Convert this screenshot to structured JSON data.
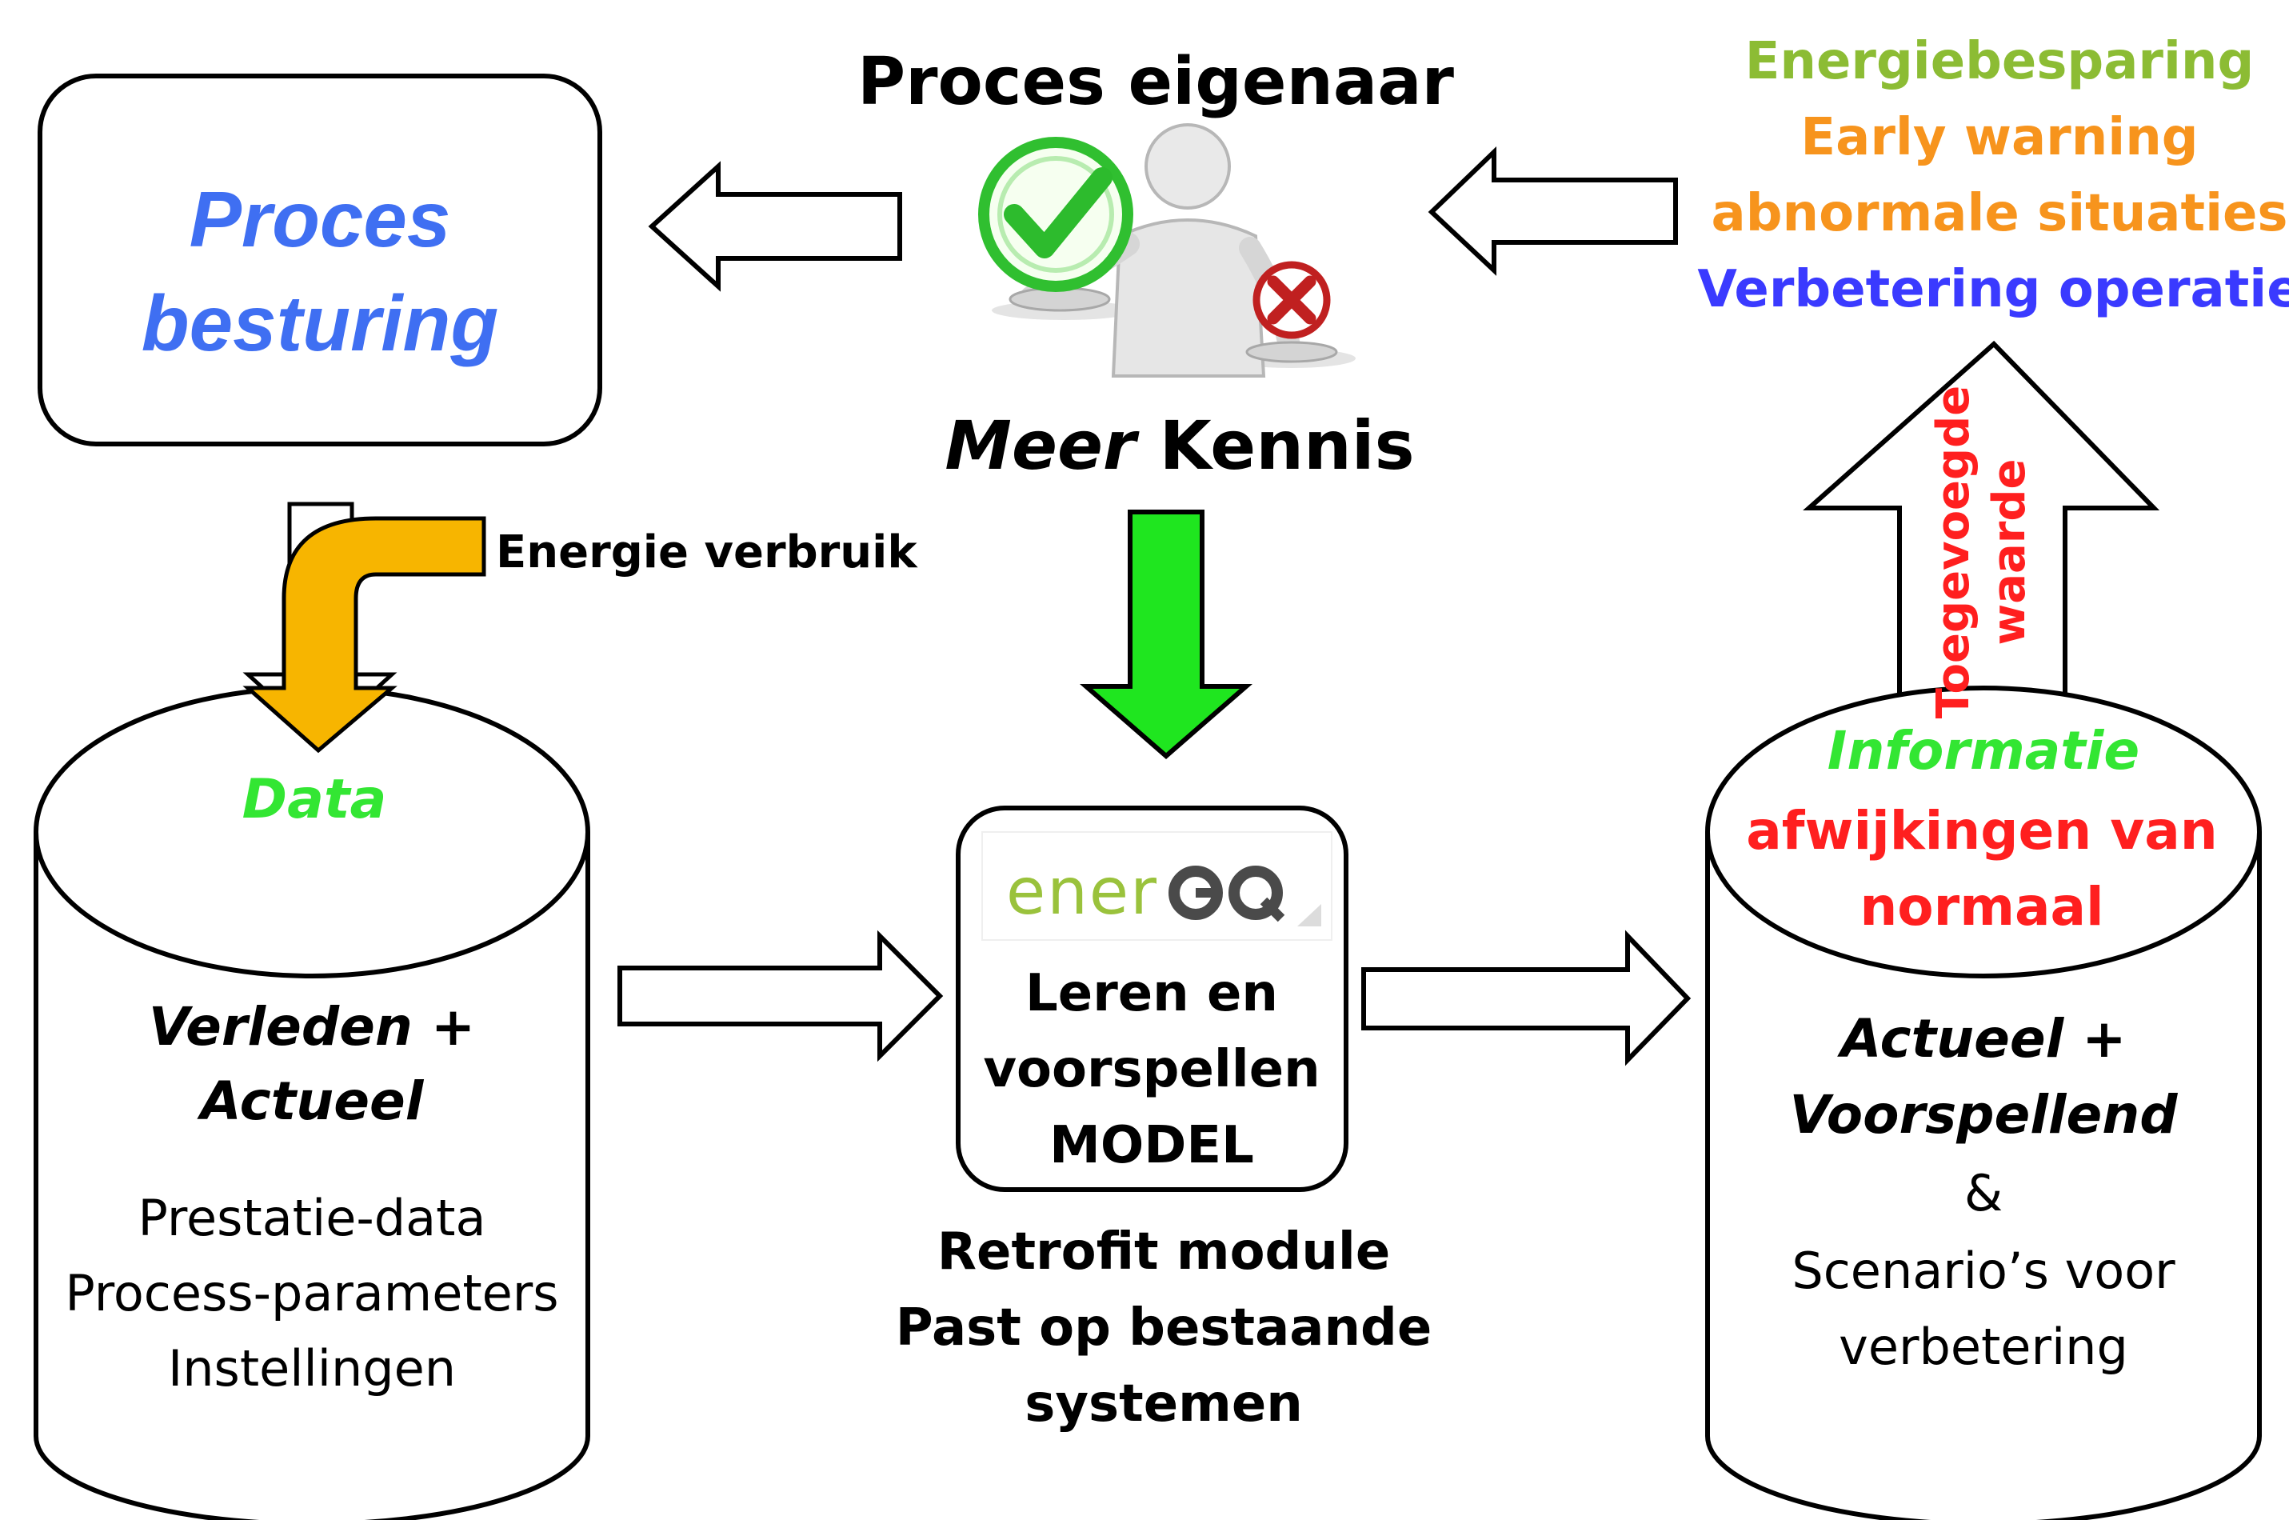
{
  "colors": {
    "proces_box_text": "#3f6ff2",
    "data_label": "#33e633",
    "energy_arrow": "#f7b500",
    "knowledge_arrow": "#1fe61f",
    "benefit_1": "#8cbc34",
    "benefit_2": "#f7941d",
    "benefit_3": "#f7941d",
    "benefit_4": "#3a3aff",
    "value_added": "#ff1f1f",
    "info_label": "#33e633",
    "deviation": "#ff1f1f",
    "logo_green": "#9ac23c",
    "logo_dark": "#4a4a4a"
  },
  "proces_box": {
    "line1": "Proces",
    "line2": "besturing"
  },
  "owner": {
    "title": "Proces eigenaar",
    "knowledge_prefix": "Meer",
    "knowledge_suffix": "Kennis",
    "illustration": "person-check-cross-icon"
  },
  "benefits": [
    "Energiebesparing",
    "Early warning",
    "abnormale situaties",
    "Verbetering operatie"
  ],
  "energy_arrow_label": "Energie verbruik",
  "value_arrow_label": {
    "line1": "Toegevoegde",
    "line2": "waarde"
  },
  "left_db": {
    "top_label": "Data",
    "heading_line1": "Verleden +",
    "heading_line2": "Actueel",
    "items": [
      "Prestatie-data",
      "Process-parameters",
      "Instellingen"
    ]
  },
  "model_box": {
    "logo_text": "ener",
    "lines": [
      "Leren en",
      "voorspellen",
      "MODEL"
    ]
  },
  "retrofit": [
    "Retrofit module",
    "Past op bestaande",
    "systemen"
  ],
  "right_db": {
    "top_label": "Informatie",
    "deviation_line1": "afwijkingen van",
    "deviation_line2": "normaal",
    "heading_line1": "Actueel +",
    "heading_line2": "Voorspellend",
    "connector": "&",
    "items": [
      "Scenario’s voor",
      "verbetering"
    ]
  }
}
